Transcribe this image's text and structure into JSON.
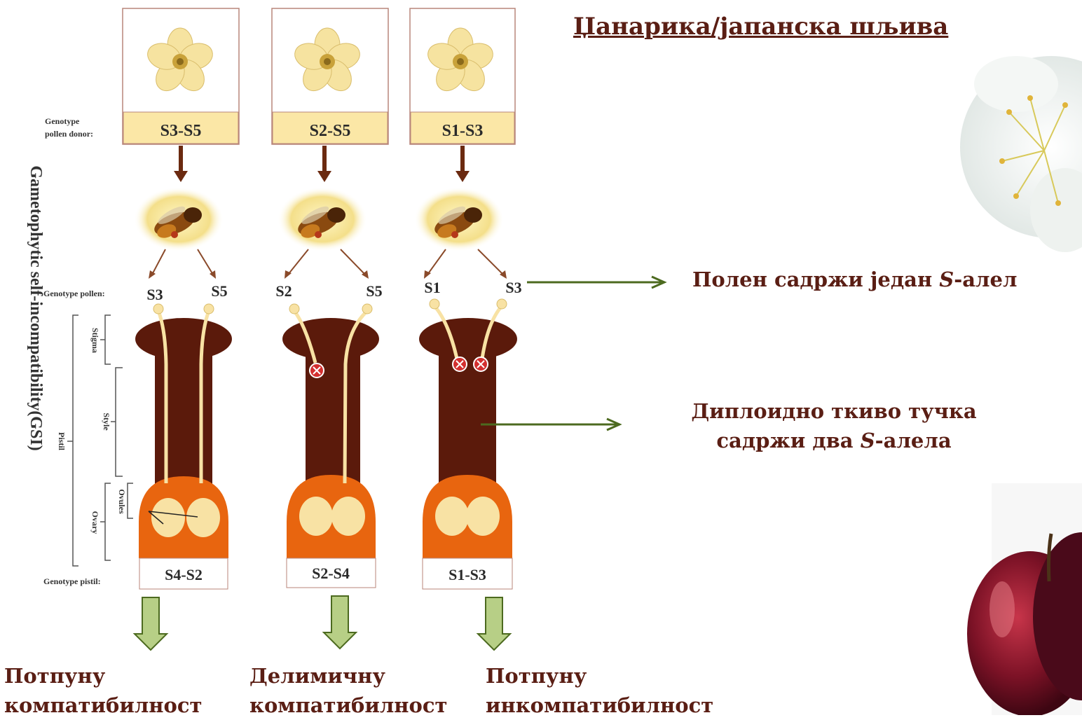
{
  "title": "Џанарика/јапанска шљива",
  "side_label": "Gametophytic self-incompatibility(GSI)",
  "row_labels": {
    "donor_line1": "Genotype",
    "donor_line2": "pollen donor:",
    "pollen": "Genotype pollen:",
    "pistil": "Genotype pistil:"
  },
  "pistil_parts": {
    "stigma": "Stigma",
    "style": "Style",
    "pistil": "Pistil",
    "ovary": "Ovary",
    "ovules": "Ovules"
  },
  "columns": [
    {
      "donor": "S3-S5",
      "pollen_left": "S3",
      "pollen_right": "S5",
      "pistil": "S4-S2",
      "outcome_line1": "Потпуну",
      "outcome_line2": "компатибилност"
    },
    {
      "donor": "S2-S5",
      "pollen_left": "S2",
      "pollen_right": "S5",
      "pistil": "S2-S4",
      "outcome_line1": "Делимичну",
      "outcome_line2": "компатибилност"
    },
    {
      "donor": "S1-S3",
      "pollen_left": "S1",
      "pollen_right": "S3",
      "pistil": "S1-S3",
      "outcome_line1": "Потпуну",
      "outcome_line2": "инкомпатибилност"
    }
  ],
  "annotations": {
    "pollen_note_prefix": "Полен садржи један ",
    "pollen_note_italic": "S",
    "pollen_note_suffix": "-алел",
    "tissue_line1": "Диплоидно ткиво тучка",
    "tissue_line2_prefix": "садржи два ",
    "tissue_line2_italic": "S",
    "tissue_line2_suffix": "-алела"
  },
  "colors": {
    "title": "#5a1e14",
    "pistil": "#5b1a0b",
    "ovary": "#e8650f",
    "ovule": "#f8e2a4",
    "label_box": "#fbe7a6",
    "arrow_brown": "#6b2a10",
    "arrow_green": "#4c6a1f",
    "down_arrow_fill": "#b7cf86",
    "reject_marker": "#d32f2f"
  }
}
